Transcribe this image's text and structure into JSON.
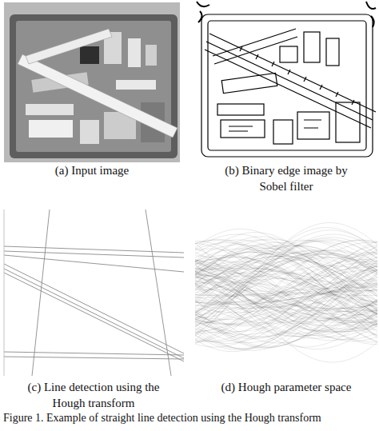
{
  "diagram": {
    "caption": "Figure 1.   Example of straight line detection using the Hough transform",
    "labels": [
      "(a) Input image",
      "(b) Binary edge image by Sobel filter",
      "(c) Line detection using the Hough transform",
      "(d) Hough parameter space"
    ]
  }
}
